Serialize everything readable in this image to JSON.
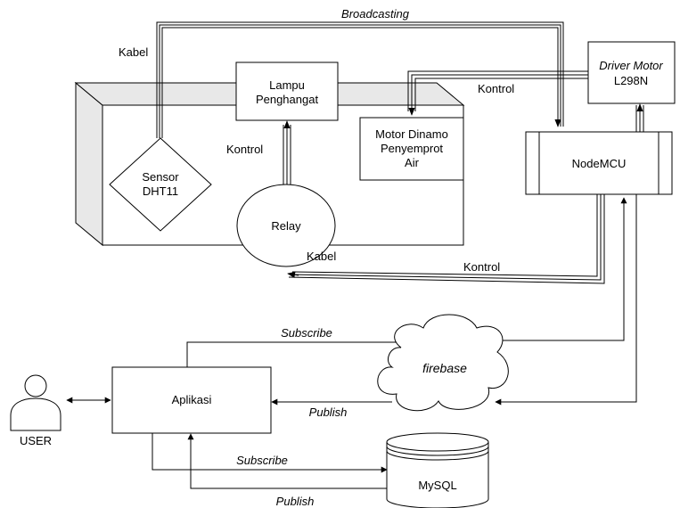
{
  "nodes": {
    "lampu": [
      "Lampu",
      "Penghangat"
    ],
    "motor_dinamo": [
      "Motor Dinamo",
      "Penyemprot",
      "Air"
    ],
    "driver_motor": [
      "Driver Motor",
      "L298N"
    ],
    "nodemcu": "NodeMCU",
    "sensor": [
      "Sensor",
      "DHT11"
    ],
    "relay": "Relay",
    "firebase": "firebase",
    "aplikasi": "Aplikasi",
    "user": "USER",
    "mysql": "MySQL"
  },
  "edge_labels": {
    "broadcasting": "Broadcasting",
    "kabel_sensor": "Kabel",
    "kontrol_motor": "Kontrol",
    "kontrol_lampu": "Kontrol",
    "kabel_relay": "Kabel",
    "kontrol_relay": "Kontrol",
    "subscribe_firebase": "Subscribe",
    "publish_firebase": "Publish",
    "subscribe_mysql": "Subscribe",
    "publish_mysql": "Publish"
  }
}
